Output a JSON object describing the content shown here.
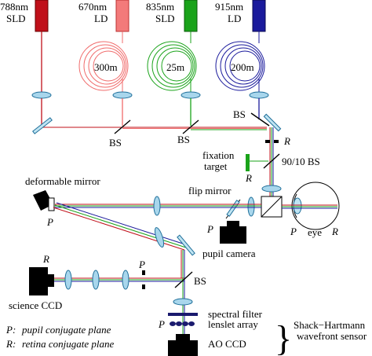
{
  "sources": [
    {
      "wavelength": "788nm",
      "type": "SLD",
      "fiber_length": "",
      "color": "#c0101a"
    },
    {
      "wavelength": "670nm",
      "type": "LD",
      "fiber_length": "300m",
      "color": "#f06b6b"
    },
    {
      "wavelength": "835nm",
      "type": "SLD",
      "fiber_length": "25m",
      "color": "#1aa31a"
    },
    {
      "wavelength": "915nm",
      "type": "LD",
      "fiber_length": "200m",
      "color": "#1a1a9c"
    }
  ],
  "labels": {
    "bs": "BS",
    "fixation_target_1": "fixation",
    "fixation_target_2": "target",
    "bs_9010": "90/10 BS",
    "deformable_mirror": "deformable mirror",
    "flip_mirror": "flip mirror",
    "pupil_camera": "pupil camera",
    "eye": "eye",
    "science_ccd": "science CCD",
    "spectral_filter": "spectral filter",
    "lenslet_array": "lenslet array",
    "ao_ccd": "AO CCD",
    "shack_hartmann_1": "Shack−Hartmann",
    "shack_hartmann_2": "wavefront sensor",
    "pupil_symbol": "P",
    "retina_symbol": "R"
  },
  "legend": {
    "pupil_symbol": "P:",
    "pupil_text": "pupil conjugate plane",
    "retina_symbol": "R:",
    "retina_text": "retina conjugate plane"
  },
  "colors": {
    "lens_fill": "#a8d6ec",
    "lens_stroke": "#1f6f9a",
    "pupil_camera": "#000000",
    "fixation_green": "#1aa31a"
  }
}
